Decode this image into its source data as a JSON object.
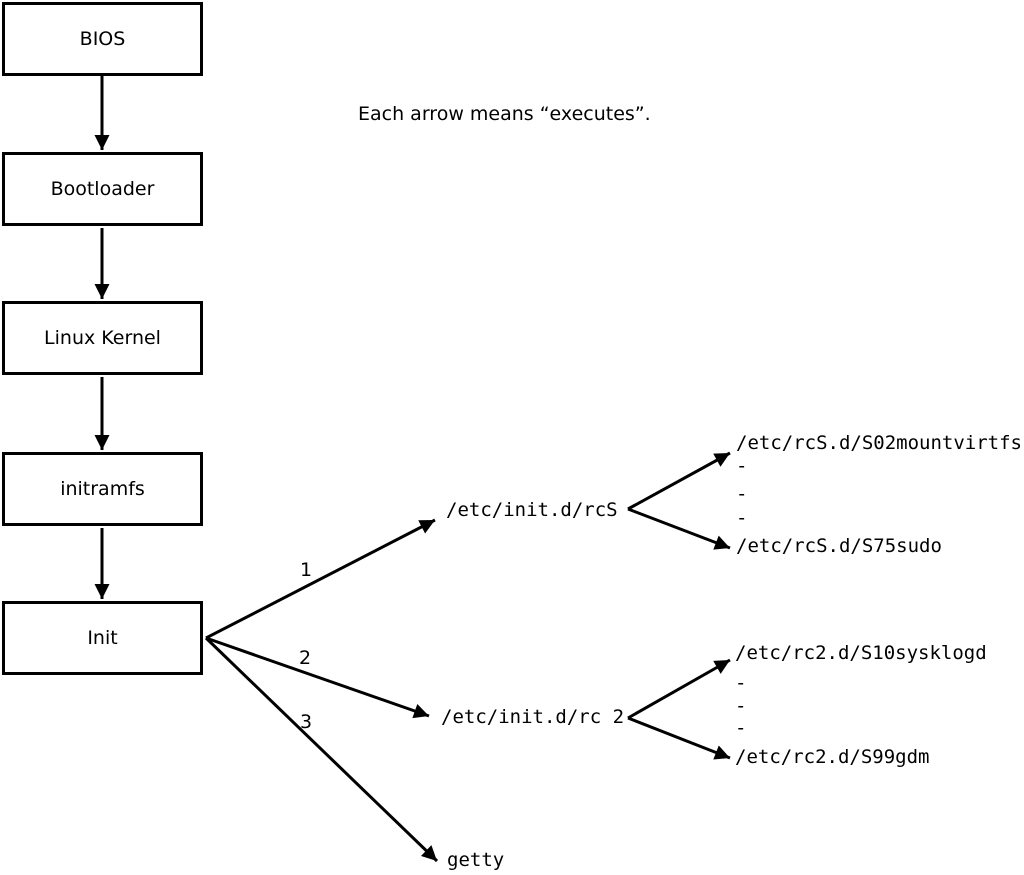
{
  "caption": "Each arrow means “executes”.",
  "boot_chain": {
    "nodes": [
      {
        "label": "BIOS"
      },
      {
        "label": "Bootloader"
      },
      {
        "label": "Linux Kernel"
      },
      {
        "label": "initramfs"
      },
      {
        "label": "Init"
      }
    ]
  },
  "init_branches": [
    {
      "number": "1",
      "target": "/etc/init.d/rcS"
    },
    {
      "number": "2",
      "target": "/etc/init.d/rc 2"
    },
    {
      "number": "3",
      "target": "getty"
    }
  ],
  "rcS_scripts": {
    "first": "/etc/rcS.d/S02mountvirtfs",
    "ellipsis": [
      "-",
      "-",
      "-"
    ],
    "last": "/etc/rcS.d/S75sudo"
  },
  "rc2_scripts": {
    "first": "/etc/rc2.d/S10sysklogd",
    "ellipsis": [
      "-",
      "-",
      "-"
    ],
    "last": "/etc/rc2.d/S99gdm"
  },
  "colors": {
    "line": "#000000",
    "box_fill": "#ffffff",
    "text": "#000000"
  }
}
